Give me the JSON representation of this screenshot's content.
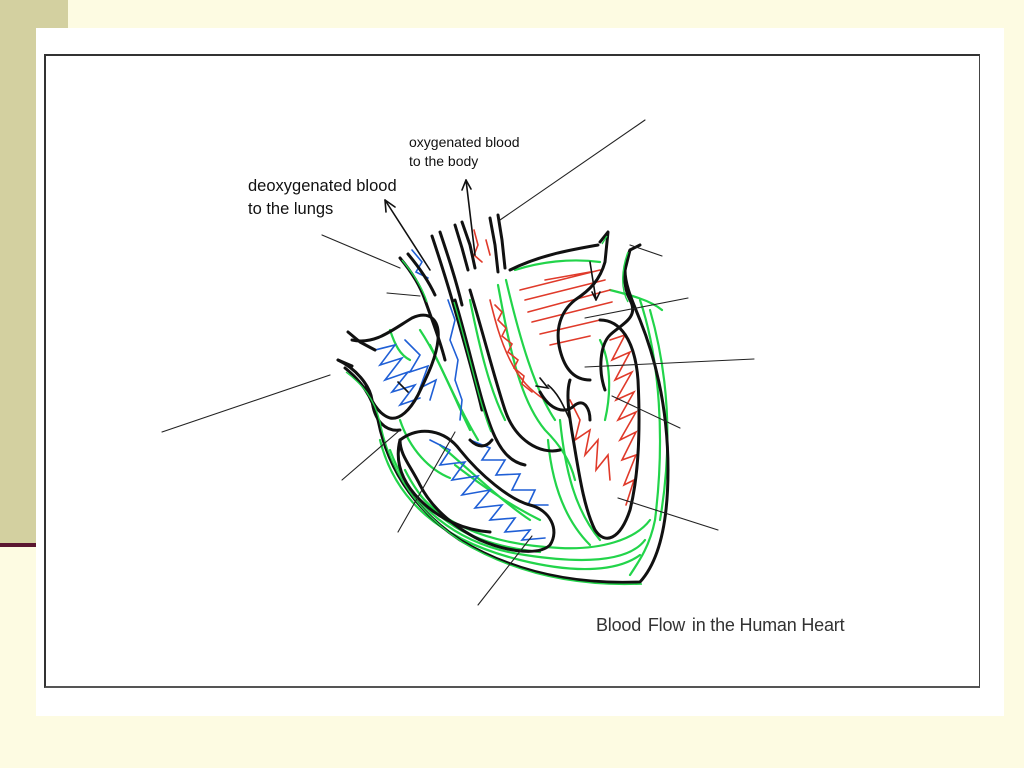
{
  "labels": {
    "oxygenated": [
      "oxygenated blood",
      "to the body"
    ],
    "deoxygenated": [
      "deoxygenated blood",
      "to the lungs"
    ]
  },
  "caption": {
    "part1": "Blood",
    "part2": "Flow",
    "part3": "in the Human Heart"
  },
  "colors": {
    "slide_background": "#fdfbe2",
    "side_bar": "#d3d0a0",
    "side_rule": "#5a1630",
    "outline": "#111111",
    "oxygenated": "#e03a2a",
    "deoxygenated": "#1f5fd6",
    "heart_muscle": "#22d44a"
  }
}
